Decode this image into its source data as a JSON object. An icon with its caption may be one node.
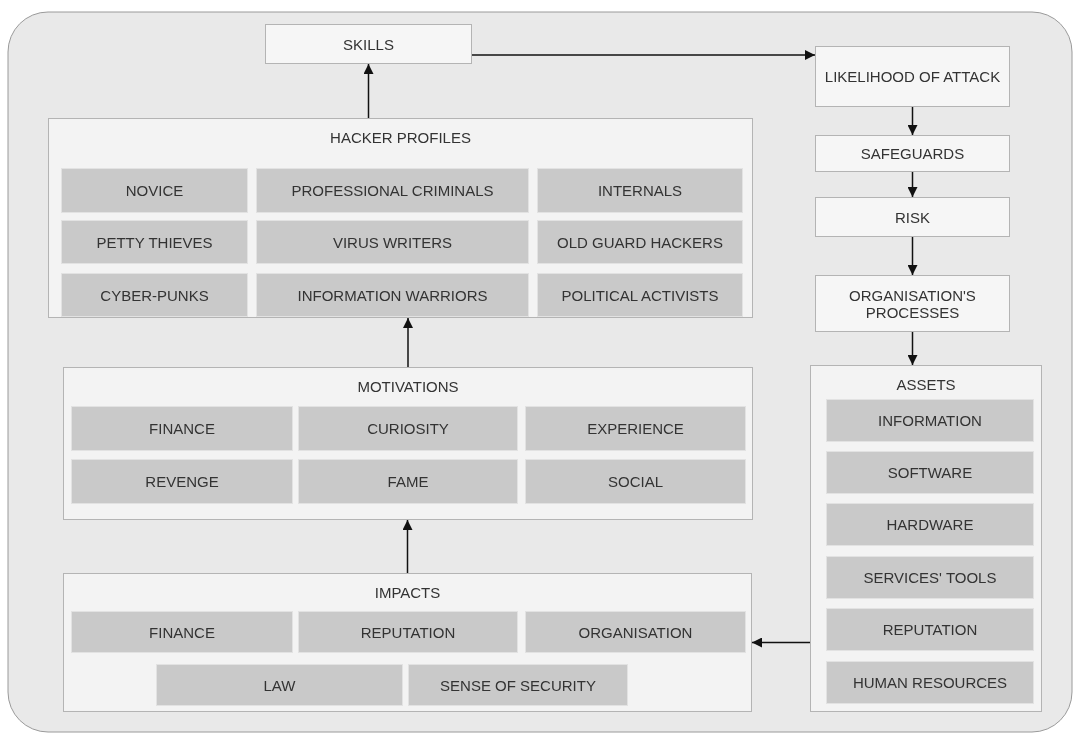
{
  "diagram": {
    "nodes": [
      {
        "text": [
          "SKILLS"
        ]
      },
      {
        "text": [
          "LIKELIHOOD OF ATTACK"
        ]
      },
      {
        "text": [
          "HACKER PROFILES"
        ]
      },
      {
        "text": [
          "NOVICE"
        ],
        "in": 2
      },
      {
        "text": [
          "PROFESSIONAL CRIMINALS"
        ],
        "in": 2
      },
      {
        "text": [
          "INTERNALS"
        ],
        "in": 2
      },
      {
        "text": [
          "PETTY THIEVES"
        ],
        "in": 2
      },
      {
        "text": [
          "VIRUS WRITERS"
        ],
        "in": 2
      },
      {
        "text": [
          "OLD GUARD HACKERS"
        ],
        "in": 2
      },
      {
        "text": [
          "CYBER-PUNKS"
        ],
        "in": 2
      },
      {
        "text": [
          "INFORMATION WARRIORS"
        ],
        "in": 2
      },
      {
        "text": [
          "POLITICAL ACTIVISTS"
        ],
        "in": 2
      },
      {
        "text": [
          "SAFEGUARDS"
        ]
      },
      {
        "text": [
          "RISK"
        ]
      },
      {
        "text": [
          "ORGANISATION'S PROCESSES"
        ]
      },
      {
        "text": [
          "MOTIVATIONS"
        ]
      },
      {
        "text": [
          "FINANCE"
        ],
        "in": 15
      },
      {
        "text": [
          "CURIOSITY"
        ],
        "in": 15
      },
      {
        "text": [
          "EXPERIENCE"
        ],
        "in": 15
      },
      {
        "text": [
          "REVENGE"
        ],
        "in": 15
      },
      {
        "text": [
          "FAME"
        ],
        "in": 15
      },
      {
        "text": [
          "SOCIAL"
        ],
        "in": 15
      },
      {
        "text": [
          "ASSETS"
        ]
      },
      {
        "text": [
          "INFORMATION"
        ],
        "in": 22
      },
      {
        "text": [
          "SOFTWARE"
        ],
        "in": 22
      },
      {
        "text": [
          "HARDWARE"
        ],
        "in": 22
      },
      {
        "text": [
          "SERVICES' TOOLS"
        ],
        "in": 22
      },
      {
        "text": [
          "REPUTATION"
        ],
        "in": 22
      },
      {
        "text": [
          "HUMAN RESOURCES"
        ],
        "in": 22
      },
      {
        "text": [
          "IMPACTS"
        ]
      },
      {
        "text": [
          "FINANCE"
        ],
        "in": 29
      },
      {
        "text": [
          "REPUTATION"
        ],
        "in": 29
      },
      {
        "text": [
          "ORGANISATION"
        ],
        "in": 29
      },
      {
        "text": [
          "LAW"
        ],
        "in": 29
      },
      {
        "text": [
          "SENSE OF SECURITY"
        ],
        "in": 29
      }
    ],
    "edges": [
      {
        "from": 2,
        "to": 0,
        "arrow": "to"
      },
      {
        "from": 0,
        "to": 1,
        "arrow": "to"
      },
      {
        "from": 1,
        "to": 12,
        "arrow": "to"
      },
      {
        "from": 12,
        "to": 13,
        "arrow": "to"
      },
      {
        "from": 13,
        "to": 14,
        "arrow": "to"
      },
      {
        "from": 14,
        "to": 22,
        "arrow": "to"
      },
      {
        "from": 22,
        "to": 29,
        "arrow": "to"
      },
      {
        "from": 29,
        "to": 15,
        "arrow": "to"
      },
      {
        "from": 15,
        "to": 2,
        "arrow": "to"
      }
    ]
  }
}
